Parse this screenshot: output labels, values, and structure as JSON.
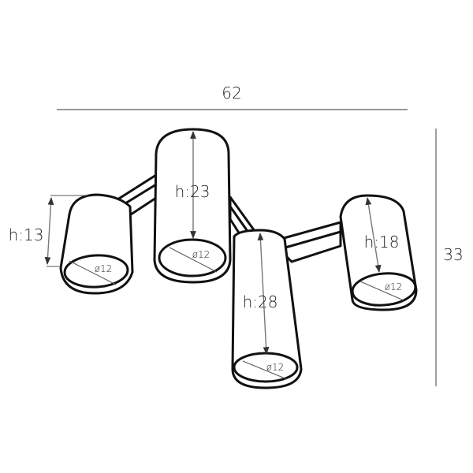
{
  "dimensions": {
    "width_label": "62",
    "height_label": "33"
  },
  "lamps": [
    {
      "id": "lamp-1",
      "height_label": "h:13",
      "diameter_label": "ø12"
    },
    {
      "id": "lamp-2",
      "height_label": "h:23",
      "diameter_label": "ø12"
    },
    {
      "id": "lamp-3",
      "height_label": "h:28",
      "diameter_label": "ø12"
    },
    {
      "id": "lamp-4",
      "height_label": "h:18",
      "diameter_label": "ø12"
    }
  ],
  "colors": {
    "outline": "#111111",
    "dimension_line": "#777777",
    "background": "#ffffff"
  }
}
